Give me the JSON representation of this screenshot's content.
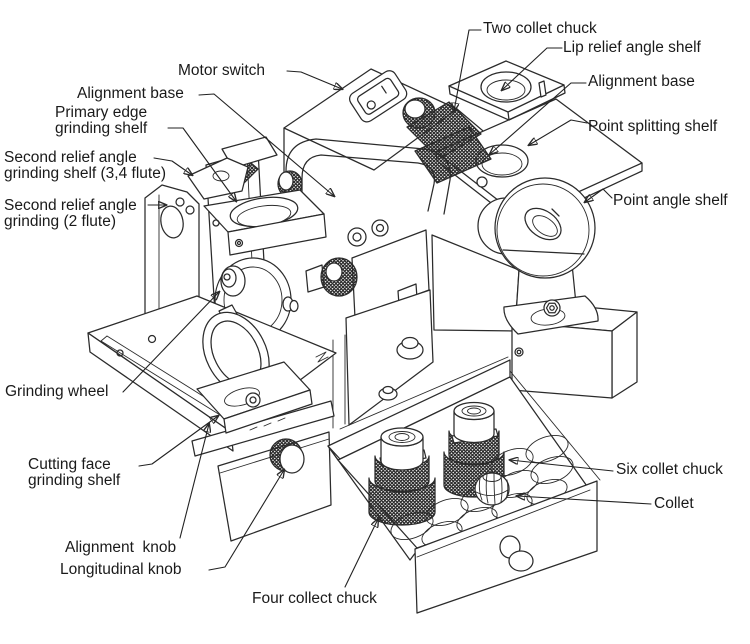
{
  "colors": {
    "background": "#ffffff",
    "line": "#2b2b2b",
    "text": "#1a1a1a"
  },
  "figure": {
    "description": "Labeled isometric line drawing of a drill bit grinder machine with open collet drawer"
  },
  "labels": [
    {
      "id": "two-collet-chuck",
      "text": "Two collet chuck"
    },
    {
      "id": "lip-relief-angle-shelf",
      "text": "Lip relief angle shelf"
    },
    {
      "id": "alignment-base-right",
      "text": "Alignment base"
    },
    {
      "id": "point-splitting-shelf",
      "text": "Point splitting shelf"
    },
    {
      "id": "point-angle-shelf",
      "text": "Point angle shelf"
    },
    {
      "id": "motor-switch",
      "text": "Motor switch"
    },
    {
      "id": "alignment-base-left",
      "text": "Alignment base"
    },
    {
      "id": "primary-edge-grinding-shelf",
      "text": "Primary edge\ngrinding shelf"
    },
    {
      "id": "second-relief-angle-grinding-shelf-34-flute",
      "text": "Second relief angle\ngrinding shelf (3,4 flute)"
    },
    {
      "id": "second-relief-angle-grinding-2-flute",
      "text": "Second relief angle\ngrinding (2 flute)"
    },
    {
      "id": "grinding-wheel",
      "text": "Grinding wheel"
    },
    {
      "id": "cutting-face-grinding-shelf",
      "text": "Cutting face\ngrinding shelf"
    },
    {
      "id": "alignment-knob",
      "text": "Alignment  knob"
    },
    {
      "id": "longitudinal-knob",
      "text": "Longitudinal knob"
    },
    {
      "id": "four-collect-chuck",
      "text": "Four collect chuck"
    },
    {
      "id": "six-collet-chuck",
      "text": "Six collet chuck"
    },
    {
      "id": "collet",
      "text": "Collet"
    }
  ]
}
